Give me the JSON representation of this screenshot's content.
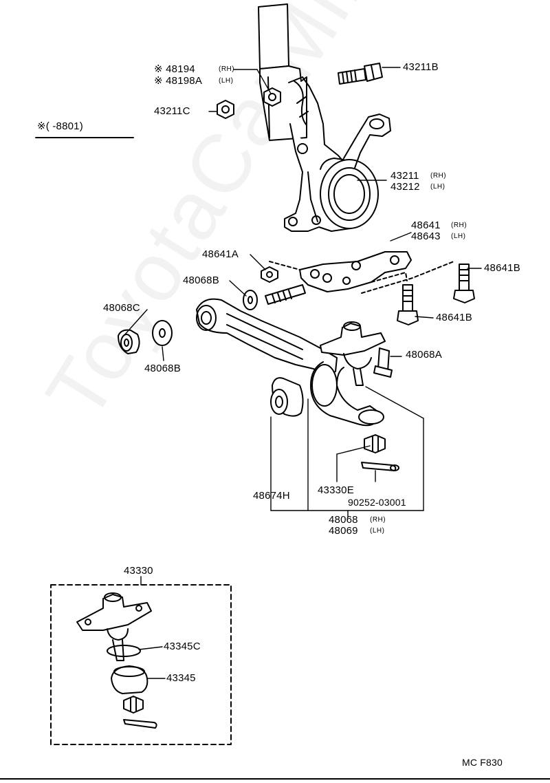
{
  "watermark": "ToyotaCarMine.ru",
  "footnote": "※(    -8801)",
  "figure_code": "MC  F830",
  "parts": {
    "p48194": {
      "label": "※ 48194",
      "tag": "(RH)"
    },
    "p48198A": {
      "label": "※ 48198A",
      "tag": "(LH)"
    },
    "p43211C": {
      "label": "43211C"
    },
    "p43211B": {
      "label": "43211B"
    },
    "p43211": {
      "label": "43211",
      "tag": "(RH)"
    },
    "p43212": {
      "label": "43212",
      "tag": "(LH)"
    },
    "p48641": {
      "label": "48641",
      "tag": "(RH)"
    },
    "p48643": {
      "label": "48643",
      "tag": "(LH)"
    },
    "p48641A": {
      "label": "48641A"
    },
    "p48641B_top": {
      "label": "48641B"
    },
    "p48068B_top": {
      "label": "48068B"
    },
    "p48641B_low": {
      "label": "48641B"
    },
    "p48068C": {
      "label": "48068C"
    },
    "p48068A": {
      "label": "48068A"
    },
    "p48068B_low": {
      "label": "48068B"
    },
    "p48674H": {
      "label": "48674H"
    },
    "p43330E": {
      "label": "43330E"
    },
    "p90252": {
      "label": "90252-03001"
    },
    "p48068": {
      "label": "48068",
      "tag": "(RH)"
    },
    "p48069": {
      "label": "48069",
      "tag": "(LH)"
    },
    "p43330": {
      "label": "43330"
    },
    "p43345C": {
      "label": "43345C"
    },
    "p43345": {
      "label": "43345"
    }
  }
}
